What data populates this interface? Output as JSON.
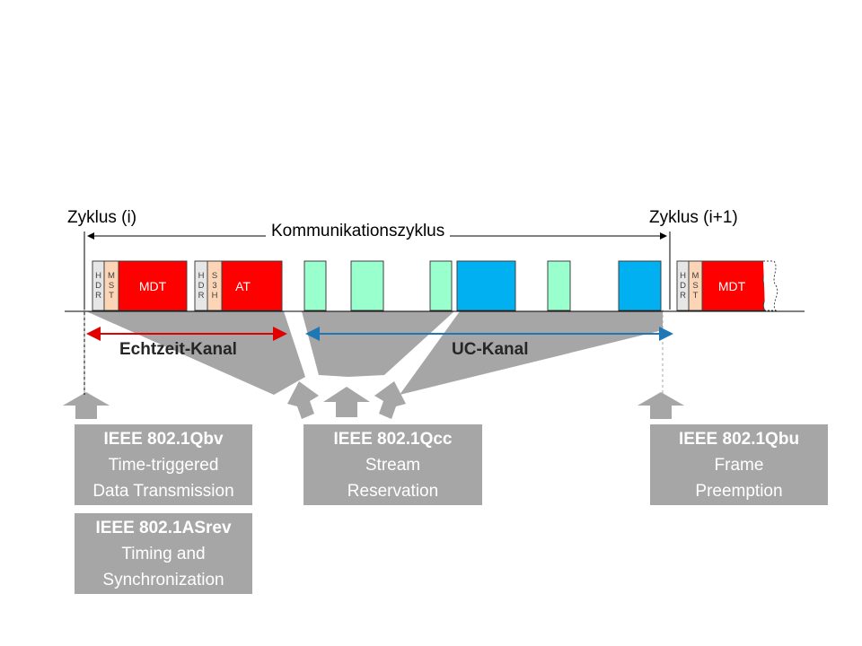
{
  "labels": {
    "cycle_start": "Zyklus (i)",
    "cycle_end": "Zyklus (i+1)",
    "cycle_name": "Kommunikationszyklus",
    "realtime_channel": "Echtzeit-Kanal",
    "uc_channel": "UC-Kanal"
  },
  "frames": {
    "hdr": [
      "H",
      "D",
      "R"
    ],
    "mst": [
      "M",
      "S",
      "T"
    ],
    "s3h": [
      "S",
      "3",
      "H"
    ],
    "mdt": "MDT",
    "at": "AT"
  },
  "standards": {
    "qbv": {
      "title": "IEEE 802.1Qbv",
      "line1": "Time-triggered",
      "line2": "Data Transmission"
    },
    "asrev": {
      "title": "IEEE 802.1ASrev",
      "line1": "Timing and",
      "line2": "Synchronization"
    },
    "qcc": {
      "title": "IEEE 802.1Qcc",
      "line1": "Stream",
      "line2": "Reservation"
    },
    "qbu": {
      "title": "IEEE 802.1Qbu",
      "line1": "Frame",
      "line2": "Preemption"
    }
  },
  "colors": {
    "mdt_red": "#ff0000",
    "uc_blue": "#00b0f0",
    "slot_green": "#99ffcc",
    "mst_orange": "#fbd5b5",
    "hdr_gray": "#e6e6e6",
    "box_gray": "#a6a6a6",
    "realtime_arrow": "#e00000",
    "uc_arrow": "#1f77b4"
  }
}
